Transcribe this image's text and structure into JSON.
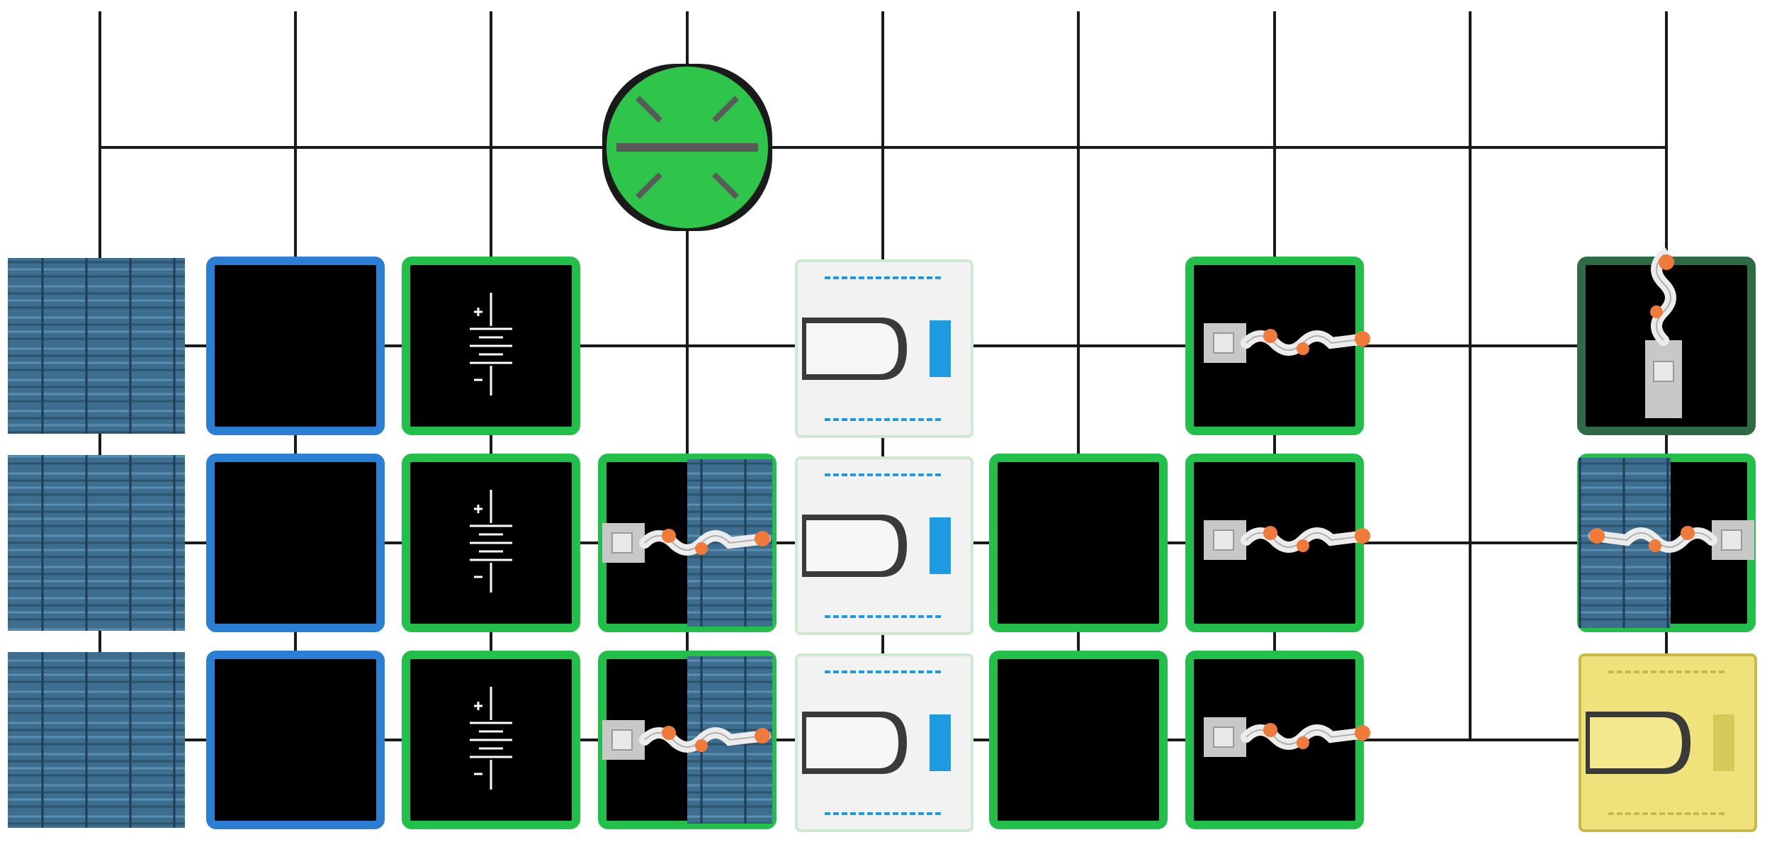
{
  "colors": {
    "grid_line": "#1a1a1a",
    "blue_border": "#2a7fd4",
    "green_border": "#22c04a",
    "dark_green_border": "#2e6b45",
    "hub_green": "#2fc44a",
    "solar_blue": "#3d6e8f",
    "tile_black": "#000000",
    "robot_white": "#f2f2f2",
    "robot_yellow": "#efe27a",
    "accent_cyan": "#1e9be0",
    "arm_orange": "#f07a3a"
  },
  "diagram": {
    "hub": {
      "icon": "hub-dome-icon"
    },
    "tiles": [
      {
        "row": 0,
        "col": 0,
        "kind": "solar"
      },
      {
        "row": 1,
        "col": 0,
        "kind": "solar"
      },
      {
        "row": 2,
        "col": 0,
        "kind": "solar"
      },
      {
        "row": 0,
        "col": 1,
        "kind": "empty",
        "border": "blue"
      },
      {
        "row": 1,
        "col": 1,
        "kind": "empty",
        "border": "blue"
      },
      {
        "row": 2,
        "col": 1,
        "kind": "empty",
        "border": "blue"
      },
      {
        "row": 0,
        "col": 2,
        "kind": "battery",
        "border": "green"
      },
      {
        "row": 1,
        "col": 2,
        "kind": "battery",
        "border": "green"
      },
      {
        "row": 2,
        "col": 2,
        "kind": "battery",
        "border": "green"
      },
      {
        "row": 1,
        "col": 3,
        "kind": "arm-solar",
        "border": "green"
      },
      {
        "row": 2,
        "col": 3,
        "kind": "arm-solar",
        "border": "green"
      },
      {
        "row": 0,
        "col": 4,
        "kind": "robot",
        "color": "white"
      },
      {
        "row": 1,
        "col": 4,
        "kind": "robot",
        "color": "white"
      },
      {
        "row": 2,
        "col": 4,
        "kind": "robot",
        "color": "white"
      },
      {
        "row": 1,
        "col": 5,
        "kind": "empty",
        "border": "green"
      },
      {
        "row": 2,
        "col": 5,
        "kind": "empty",
        "border": "green"
      },
      {
        "row": 0,
        "col": 6,
        "kind": "arm",
        "border": "green"
      },
      {
        "row": 1,
        "col": 6,
        "kind": "arm",
        "border": "green"
      },
      {
        "row": 2,
        "col": 6,
        "kind": "arm",
        "border": "green"
      },
      {
        "row": 0,
        "col": 8,
        "kind": "arm-vertical",
        "border": "darkgreen"
      },
      {
        "row": 1,
        "col": 8,
        "kind": "solar-arm",
        "border": "green"
      },
      {
        "row": 2,
        "col": 8,
        "kind": "robot",
        "color": "yellow"
      }
    ]
  }
}
